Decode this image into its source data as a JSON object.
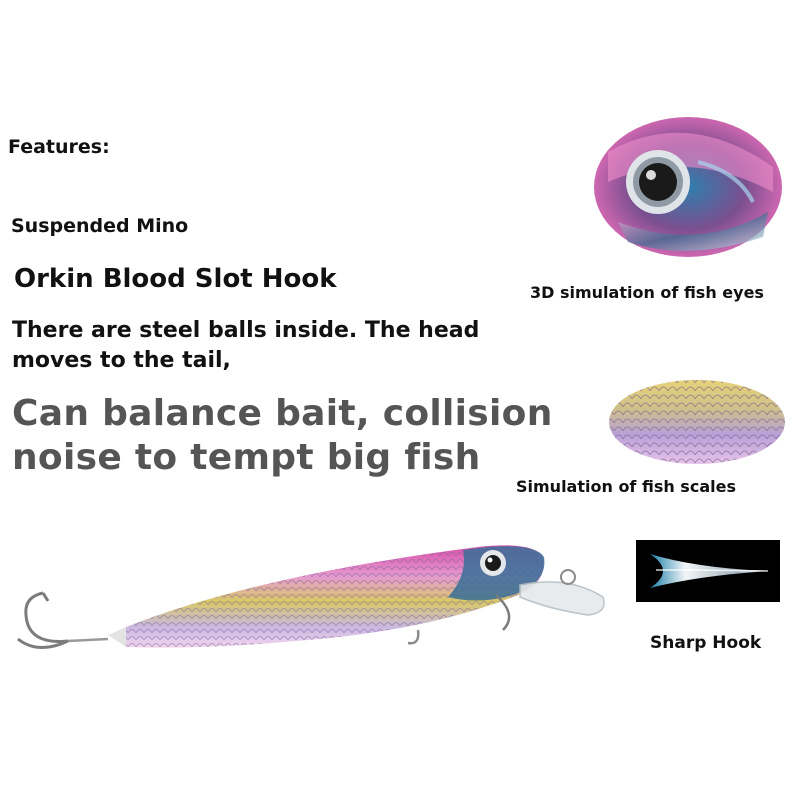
{
  "text": {
    "features": "Features:",
    "suspended": "Suspended Mino",
    "hook": "Orkin Blood Slot Hook",
    "steel": "There are steel balls inside. The head moves to the tail,",
    "balance": "Can balance bait, collision noise to tempt big fish",
    "eyes_caption": "3D simulation of fish eyes",
    "scales_caption": "Simulation of fish scales",
    "hook_caption": "Sharp Hook"
  },
  "colors": {
    "heading": "#111111",
    "emphasis": "#555555",
    "lure_pink": "#d94fa8",
    "lure_gold": "#d8c866",
    "eye_blue": "#1d5a86"
  },
  "images": {
    "eye_closeup": "fish-eye-icon",
    "scales_closeup": "fish-scales-icon",
    "hook_closeup": "hook-point-icon",
    "lure": "fishing-lure-icon"
  }
}
